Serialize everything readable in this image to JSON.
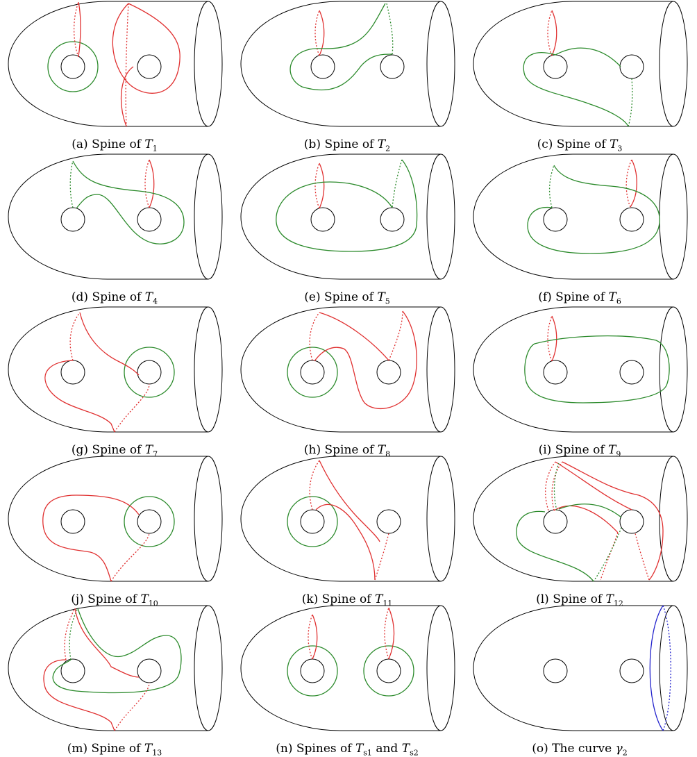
{
  "colors": {
    "red_curve": "#e03030",
    "green_curve": "#2b8a2b",
    "blue_curve": "#2222cc",
    "outline": "#000000"
  },
  "panels": [
    {
      "id": "a",
      "label": "(a) Spine of ",
      "sym": "T",
      "sub": "1"
    },
    {
      "id": "b",
      "label": "(b) Spine of ",
      "sym": "T",
      "sub": "2"
    },
    {
      "id": "c",
      "label": "(c) Spine of ",
      "sym": "T",
      "sub": "3"
    },
    {
      "id": "d",
      "label": "(d) Spine of ",
      "sym": "T",
      "sub": "4"
    },
    {
      "id": "e",
      "label": "(e) Spine of ",
      "sym": "T",
      "sub": "5"
    },
    {
      "id": "f",
      "label": "(f) Spine of ",
      "sym": "T",
      "sub": "6"
    },
    {
      "id": "g",
      "label": "(g) Spine of ",
      "sym": "T",
      "sub": "7"
    },
    {
      "id": "h",
      "label": "(h) Spine of ",
      "sym": "T",
      "sub": "8"
    },
    {
      "id": "i",
      "label": "(i) Spine of ",
      "sym": "T",
      "sub": "9"
    },
    {
      "id": "j",
      "label": "(j) Spine of ",
      "sym": "T",
      "sub": "10"
    },
    {
      "id": "k",
      "label": "(k) Spine of ",
      "sym": "T",
      "sub": "11"
    },
    {
      "id": "l",
      "label": "(l) Spine of ",
      "sym": "T",
      "sub": "12"
    },
    {
      "id": "m",
      "label": "(m) Spine of ",
      "sym": "T",
      "sub": "13"
    },
    {
      "id": "n",
      "label": "(n) Spines of ",
      "sym": "T",
      "sub": "s1",
      "mid": " and ",
      "sym2": "T",
      "sub2": "s2"
    },
    {
      "id": "o",
      "label": "(o) The curve ",
      "sym": "γ",
      "sub": "2"
    }
  ]
}
